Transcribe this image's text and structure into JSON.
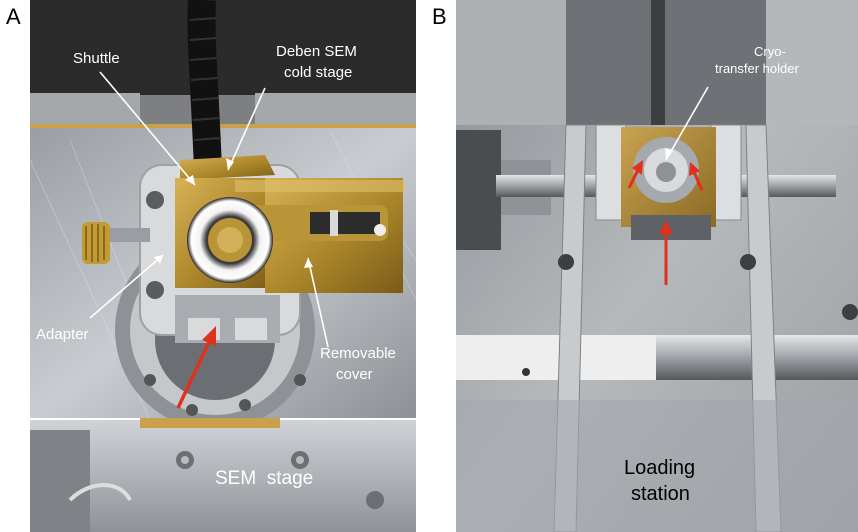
{
  "panels": [
    {
      "letter": "A",
      "labels": {
        "shuttle": "Shuttle",
        "cold_stage_1": "Deben SEM",
        "cold_stage_2": "cold stage",
        "adapter": "Adapter",
        "cover_1": "Removable",
        "cover_2": "cover",
        "sem_stage": "SEM  stage"
      }
    },
    {
      "letter": "B",
      "labels": {
        "cryo_1": "Cryo-",
        "cryo_2": "transfer holder",
        "loading_1": "Loading",
        "loading_2": "station"
      }
    }
  ],
  "colors": {
    "arrow_red": "#e0301e",
    "brass": "#b8902e",
    "steel": "#b9bcbf"
  }
}
